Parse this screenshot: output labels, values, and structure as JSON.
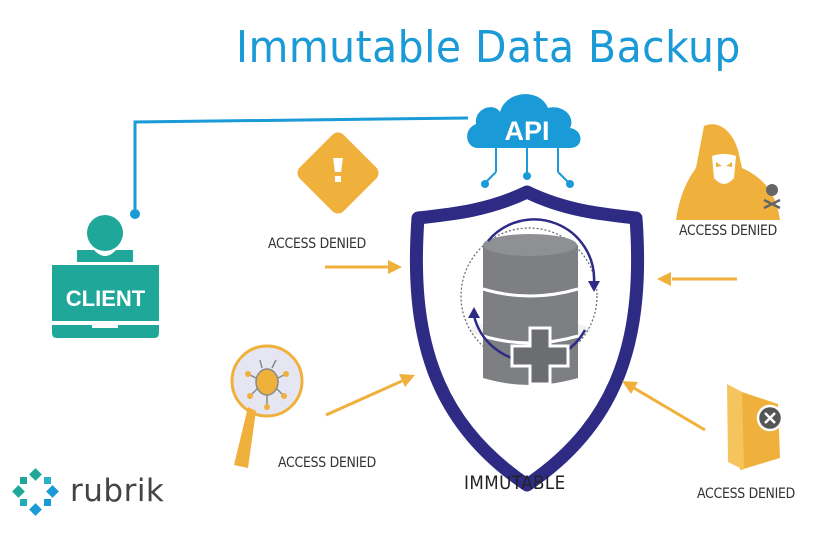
{
  "title": "Immutable Data Backup",
  "client": {
    "label": "CLIENT"
  },
  "api": {
    "label": "API"
  },
  "center": {
    "label": "IMMUTABLE"
  },
  "threats": [
    {
      "name": "warning",
      "label": "ACCESS DENIED"
    },
    {
      "name": "hacker",
      "label": "ACCESS DENIED"
    },
    {
      "name": "bug-search",
      "label": "ACCESS DENIED"
    },
    {
      "name": "blocked-folder",
      "label": "ACCESS DENIED"
    }
  ],
  "brand": {
    "name": "rubrik"
  },
  "colors": {
    "title": "#1a9ad6",
    "api_blue": "#1a9ad6",
    "client_teal": "#1fa89a",
    "shield_navy": "#2e2b85",
    "threat_orange": "#f0b03c",
    "database_gray": "#7d7f82"
  }
}
